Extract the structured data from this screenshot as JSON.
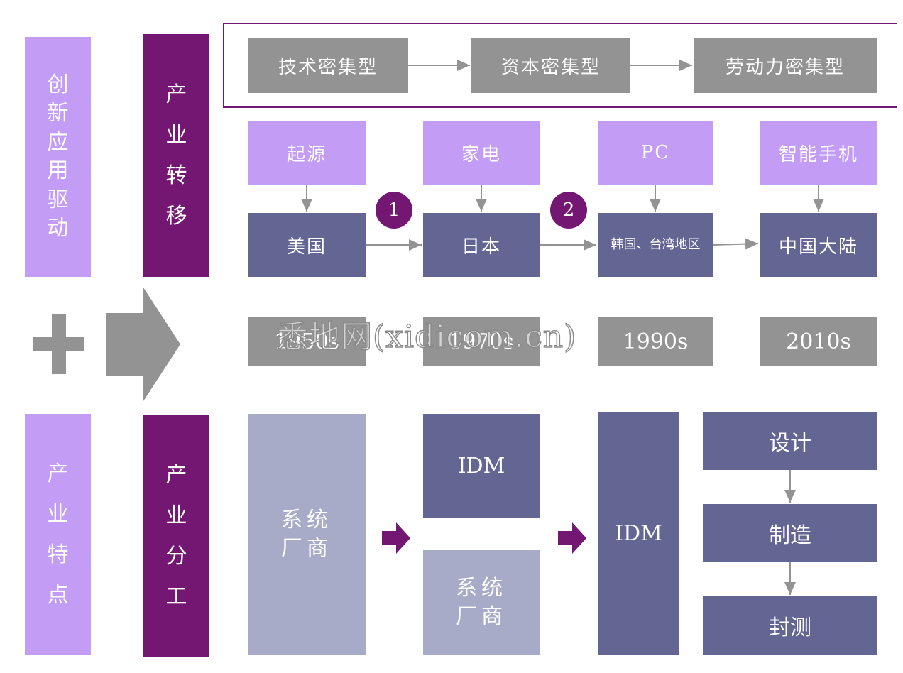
{
  "left_labels": {
    "innovation": "创新应用驱动",
    "transfer": "产业转移",
    "features": "产业特点",
    "division": "产业分工"
  },
  "intensity_chain": [
    "技术密集型",
    "资本密集型",
    "劳动力密集型"
  ],
  "applications": [
    "起源",
    "家电",
    "PC",
    "智能手机"
  ],
  "regions": [
    "美国",
    "日本",
    "韩国、台湾地区",
    "中国大陆"
  ],
  "transfer_markers": [
    "1",
    "2"
  ],
  "decades": [
    "1950s",
    "1970s",
    "1990s",
    "2010s"
  ],
  "watermark": "悉地网(xidicom.cn)",
  "division": {
    "system_vendor": "系统厂商",
    "idm": "IDM",
    "stages": [
      "设计",
      "制造",
      "封测"
    ]
  },
  "colors": {
    "lavender": "#c39cf5",
    "plum": "#731773",
    "gray": "#939393",
    "slate": "#636593",
    "pale": "#a8abc7"
  }
}
